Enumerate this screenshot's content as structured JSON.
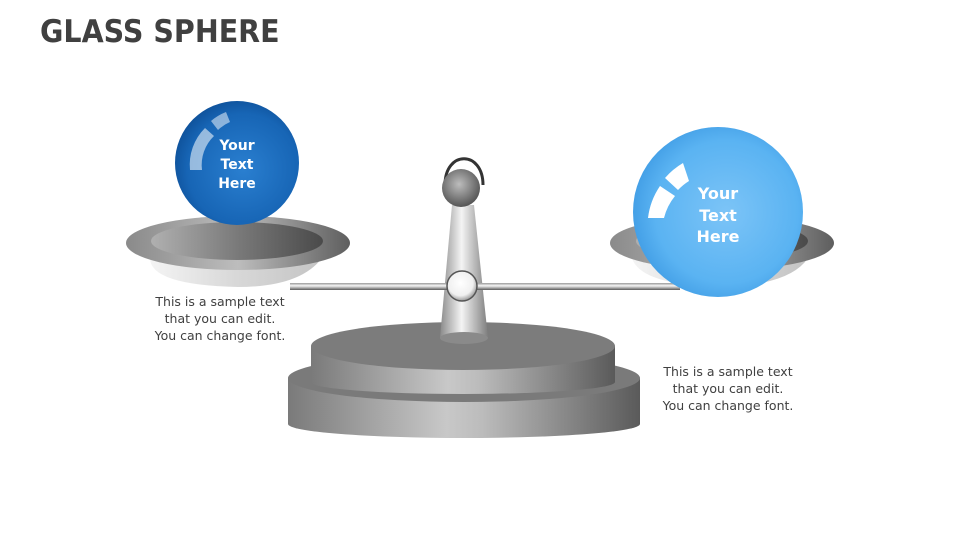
{
  "slide": {
    "title": "GLASS SPHERE"
  },
  "left_sphere": {
    "lines": [
      "Your",
      "Text",
      "Here"
    ],
    "color": "#1e6fc0"
  },
  "right_sphere": {
    "lines": [
      "Your",
      "Text",
      "Here"
    ],
    "color": "#5ab3f2"
  },
  "left_caption": {
    "lines": [
      "This is a sample text",
      "that you can edit.",
      "You can change font."
    ]
  },
  "right_caption": {
    "lines": [
      "This is a sample text",
      "that you can edit.",
      "You can change font."
    ]
  },
  "colors": {
    "title": "#404040",
    "text": "#404040",
    "metal_dark": "#6f6f6f",
    "metal_light": "#d0d0d0"
  }
}
